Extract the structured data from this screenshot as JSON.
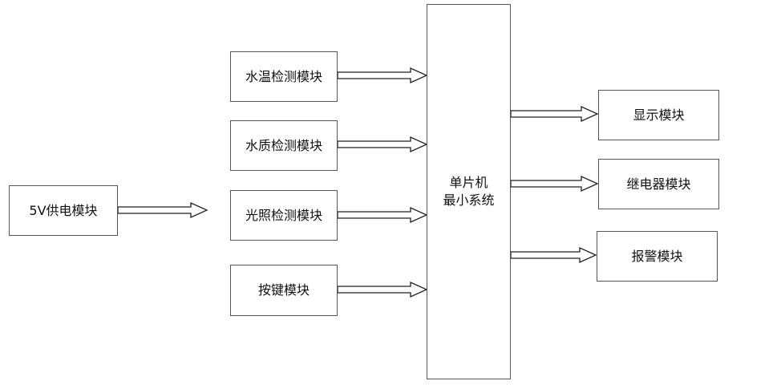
{
  "power": {
    "label": "5V供电模块"
  },
  "inputs": [
    {
      "label": "水温检测模块"
    },
    {
      "label": "水质检测模块"
    },
    {
      "label": "光照检测模块"
    },
    {
      "label": "按键模块"
    }
  ],
  "mcu": {
    "line1": "单片机",
    "line2": "最小系统"
  },
  "outputs": [
    {
      "label": "显示模块"
    },
    {
      "label": "继电器模块"
    },
    {
      "label": "报警模块"
    }
  ]
}
